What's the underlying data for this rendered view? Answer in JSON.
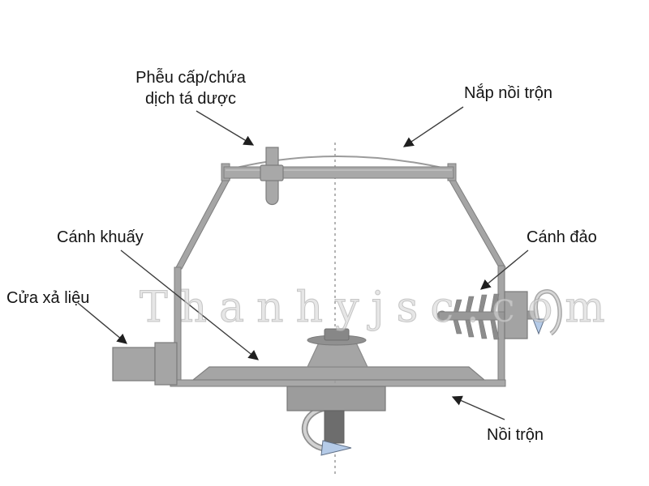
{
  "watermark": "Thanhyjsc.com",
  "labels": {
    "funnel_line1": "Phễu cấp/chứa",
    "funnel_line2": "dịch tá dược",
    "lid": "Nắp nồi trộn",
    "stirrer": "Cánh khuấy",
    "discharge": "Cửa xả liệu",
    "chopper": "Cánh đảo",
    "pot": "Nồi trộn"
  },
  "icons": {
    "bottom_rotation": "curved-rotation-arrow",
    "right_rotation": "curved-rotation-arrow",
    "leader_pointers": "solid-black-arrowhead"
  },
  "colors": {
    "background": "#ffffff",
    "part_fill": "#a8a8a8",
    "part_fill_dark": "#9c9c9c",
    "part_stroke": "#7e7e7e",
    "shaft_dark": "#6d6d6d",
    "rotation_arrow_blue": "#b5cbe8",
    "leader_line": "#3c3c3c",
    "label_text": "#141414",
    "watermark_gray": "#d6d6d6"
  }
}
